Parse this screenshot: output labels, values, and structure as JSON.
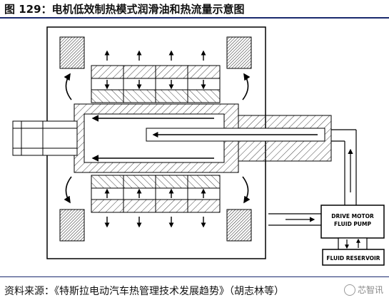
{
  "caption": "图 129：电机低效制热模式润滑油和热流量示意图",
  "source": "资料来源：《特斯拉电动汽车热管理技术发展趋势》（胡志林等）",
  "watermark": "芯智讯",
  "labels": {
    "pump_line1": "DRIVE MOTOR",
    "pump_line2": "FLUID PUMP",
    "reservoir": "FLUID RESERVOIR"
  }
}
